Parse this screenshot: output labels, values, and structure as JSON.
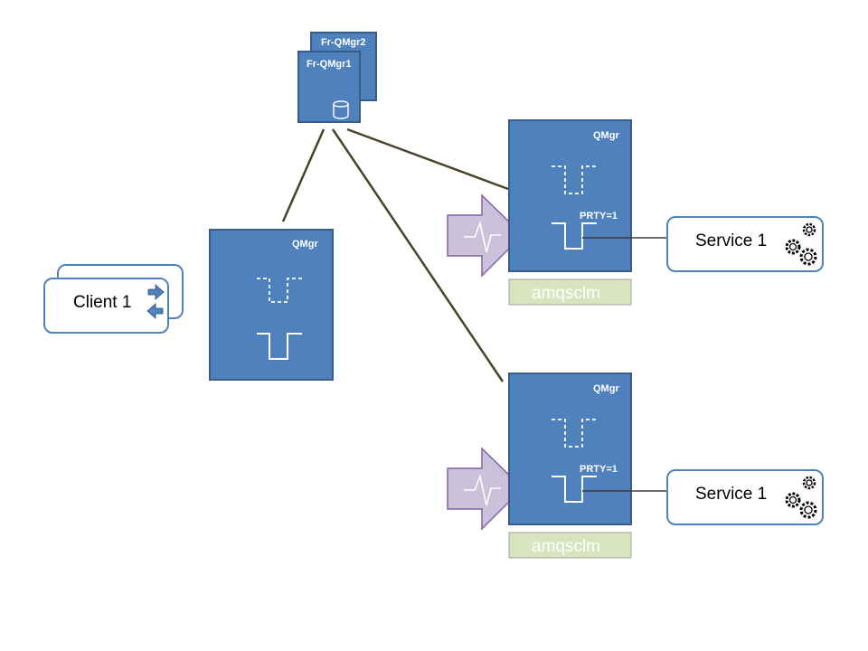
{
  "colors": {
    "box_fill": "#4F81BD",
    "box_stroke": "#385D8A",
    "connector": "#4A4226",
    "arrow_fill": "#CCC1DA",
    "arrow_stroke": "#8064A2",
    "program_fill": "#D7E4BD",
    "program_stroke": "#A0A0A0",
    "client_stroke": "#4F81BD"
  },
  "full_repository_2": {
    "label": "Fr-QMgr2"
  },
  "full_repository_1": {
    "label": "Fr-QMgr1",
    "icon": "database-icon"
  },
  "gateway_qmgr": {
    "label": "QMgr"
  },
  "client": {
    "label": "Client 1",
    "icon": "bidirectional-arrows-icon"
  },
  "service_qmgr_top": {
    "label": "QMgr",
    "priority": "PRTY=1",
    "program": "amqsclm",
    "monitor_icon": "heartbeat-arrow-icon",
    "service": {
      "label": "Service 1",
      "icon": "gears-icon"
    }
  },
  "service_qmgr_bottom": {
    "label": "QMgr",
    "priority": "PRTY=1",
    "program": "amqsclm",
    "monitor_icon": "heartbeat-arrow-icon",
    "service": {
      "label": "Service 1",
      "icon": "gears-icon"
    }
  }
}
